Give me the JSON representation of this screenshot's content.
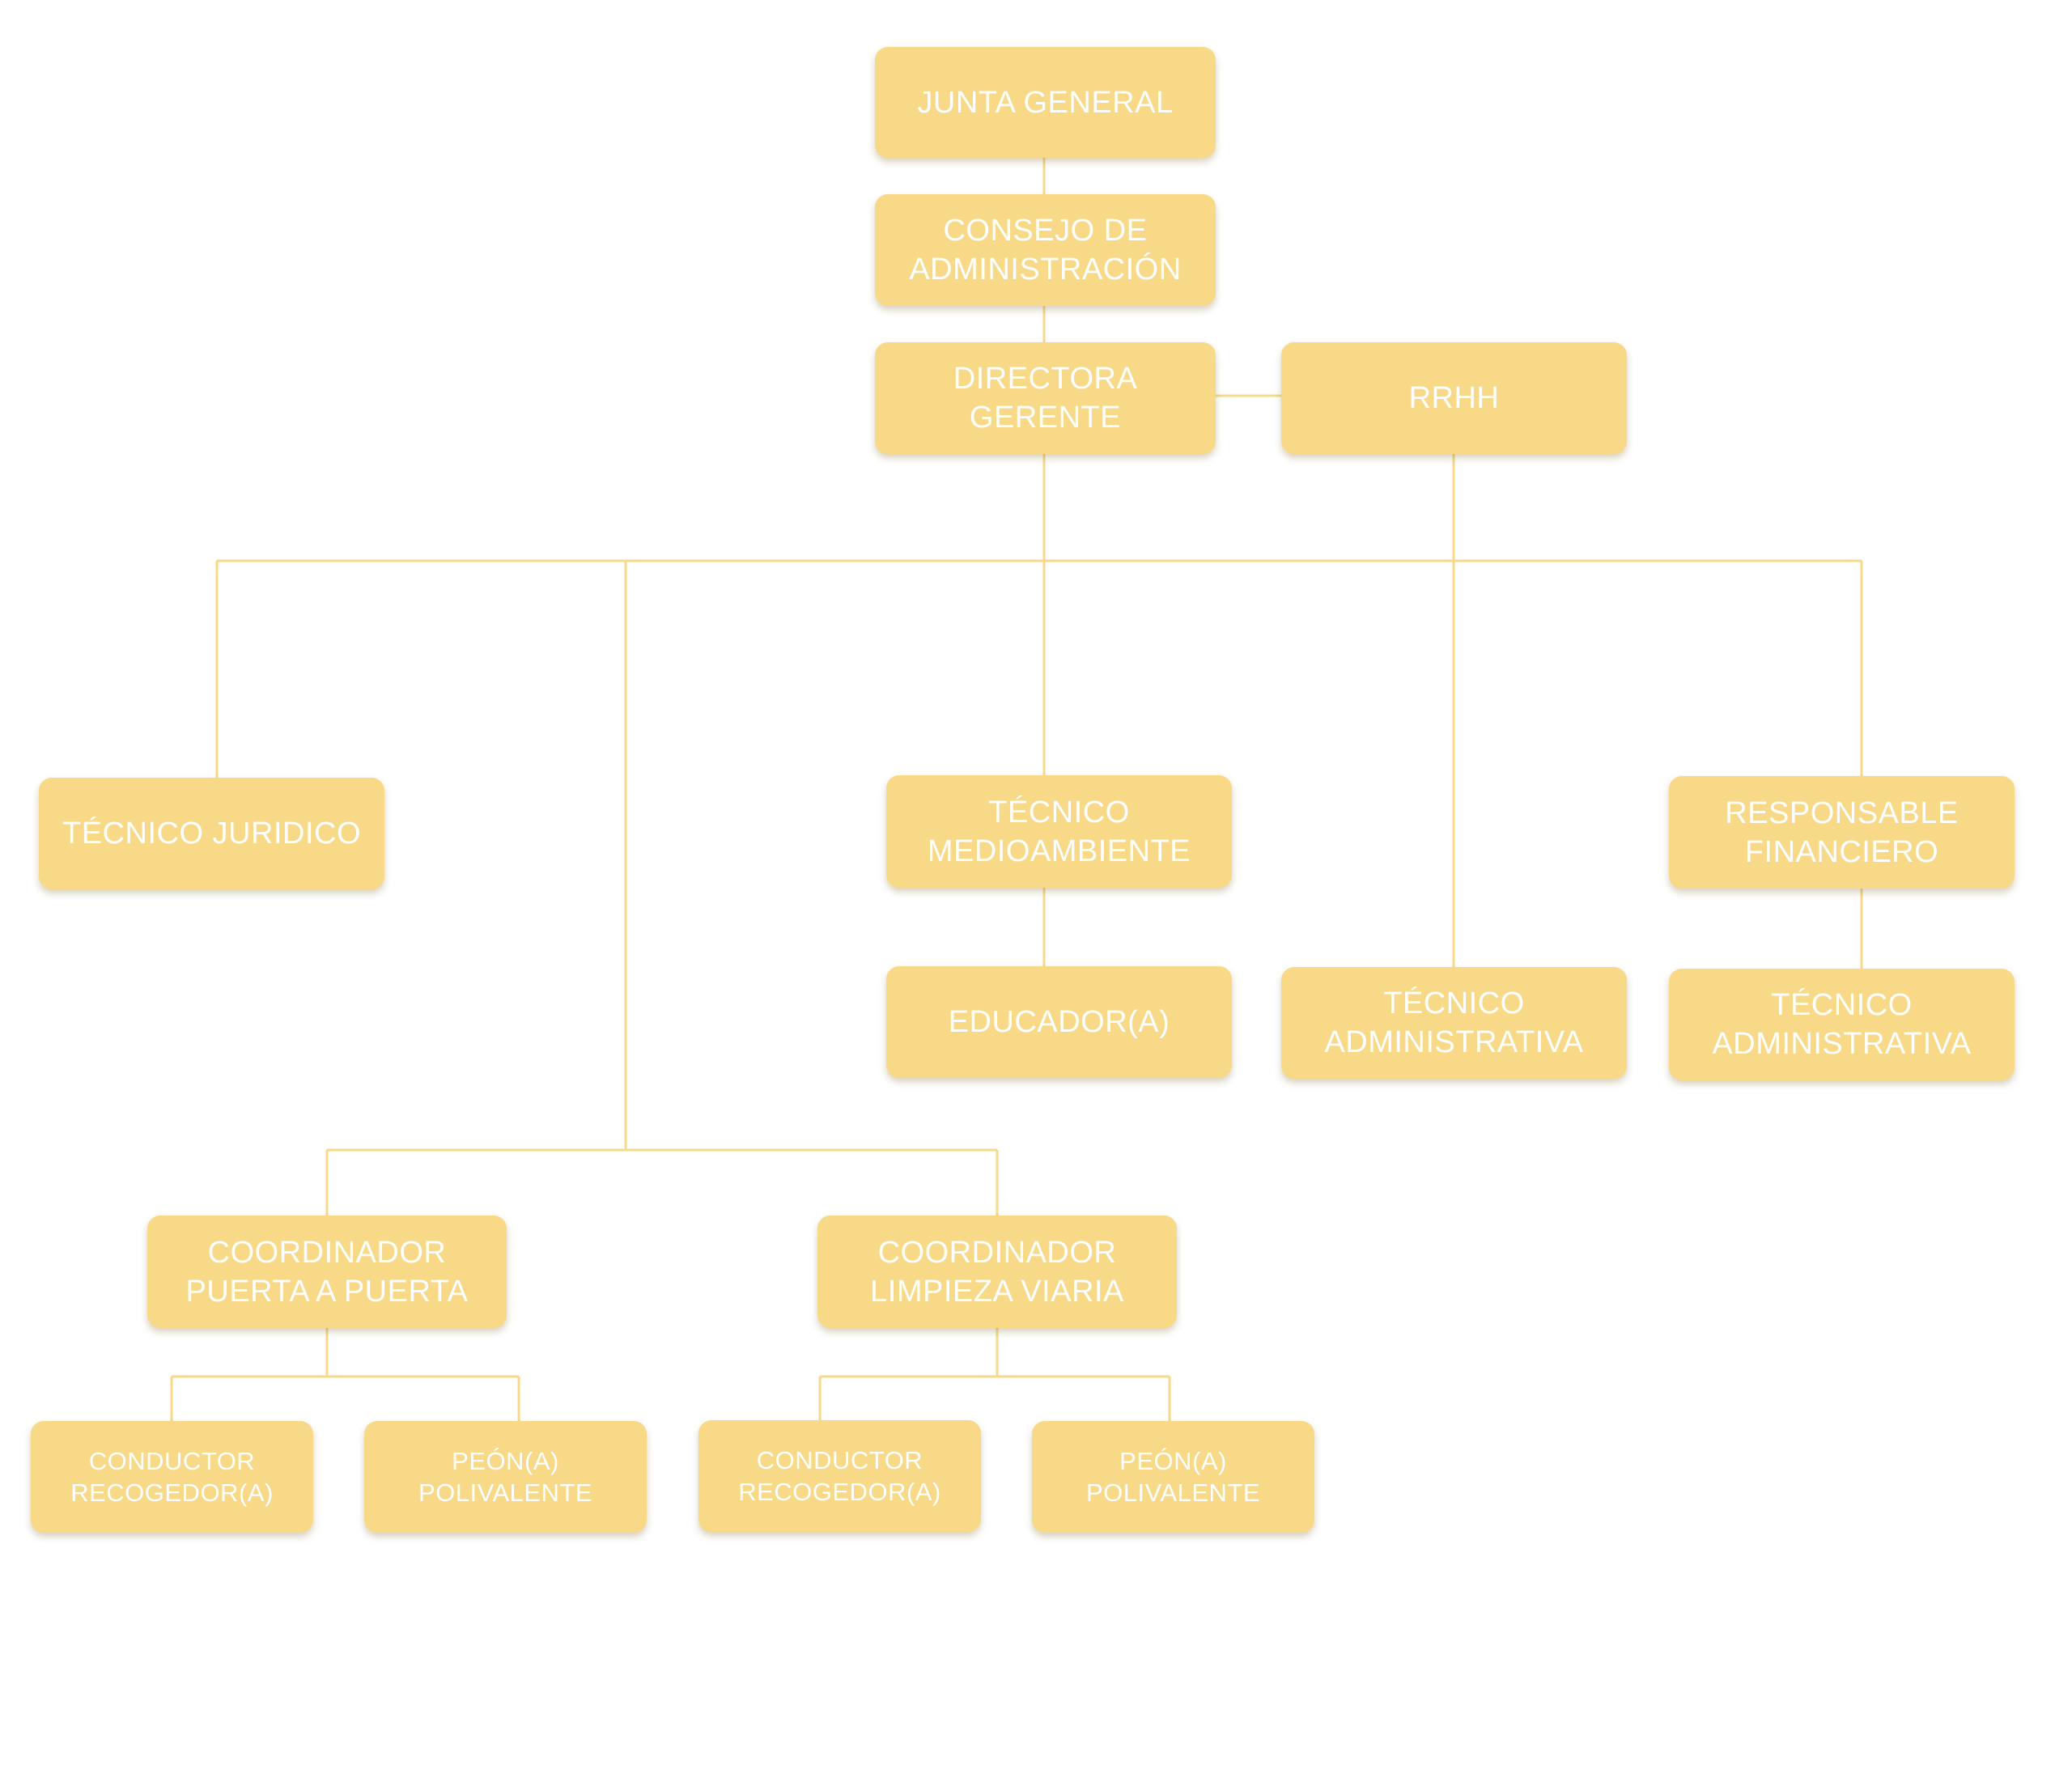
{
  "theme": {
    "box_color": "#F8D987",
    "line_color": "#F6D98A",
    "text_color": "#FFFFFF"
  },
  "org_chart": {
    "junta_general": "JUNTA GENERAL",
    "consejo": "CONSEJO DE\nADMINISTRACIÓN",
    "directora": "DIRECTORA\nGERENTE",
    "rrhh": "RRHH",
    "tecnico_juridico": "TÉCNICO JURIDICO",
    "tecnico_medioambiente": "TÉCNICO\nMEDIOAMBIENTE",
    "responsable_financiero": "RESPONSABLE\nFINANCIERO",
    "educador": "EDUCADOR(A)",
    "tecnico_administrativa_rrhh": "TÉCNICO\nADMINISTRATIVA",
    "tecnico_administrativa_financiero": "TÉCNICO\nADMINISTRATIVA",
    "coordinador_puerta": "COORDINADOR\nPUERTA A PUERTA",
    "coordinador_limpieza": "COORDINADOR\nLIMPIEZA VIARIA",
    "conductor_puerta": "CONDUCTOR\nRECOGEDOR(A)",
    "peon_puerta": "PEÓN(A)\nPOLIVALENTE",
    "conductor_limpieza": "CONDUCTOR\nRECOGEDOR(A)",
    "peon_limpieza": "PEÓN(A)\nPOLIVALENTE"
  }
}
